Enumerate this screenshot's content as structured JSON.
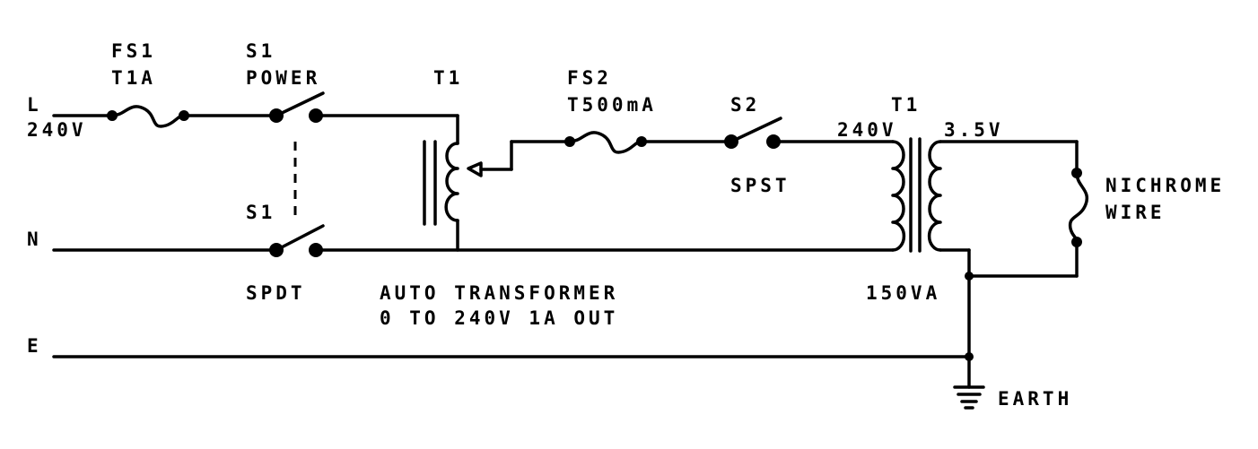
{
  "labels": {
    "fs1_ref": "FS1",
    "fs1_val": "T1A",
    "s1_ref_top": "S1",
    "s1_name": "POWER",
    "t1_ref_left": "T1",
    "fs2_ref": "FS2",
    "fs2_val": "T500mA",
    "s2_ref": "S2",
    "t1_primary": "240V",
    "t1_ref_right": "T1",
    "t1_secondary": "3.5V",
    "line_L": "L",
    "line_L_voltage": "240V",
    "s2_type": "SPST",
    "s1_ref_bottom": "S1",
    "nichrome_1": "NICHROME",
    "nichrome_2": "WIRE",
    "line_N": "N",
    "s1_type": "SPDT",
    "auto_1": "AUTO TRANSFORMER",
    "auto_2": "0 TO 240V 1A OUT",
    "t1_rating": "150VA",
    "line_E": "E",
    "earth": "EARTH"
  },
  "colors": {
    "ink": "#000000",
    "background": "#ffffff"
  }
}
